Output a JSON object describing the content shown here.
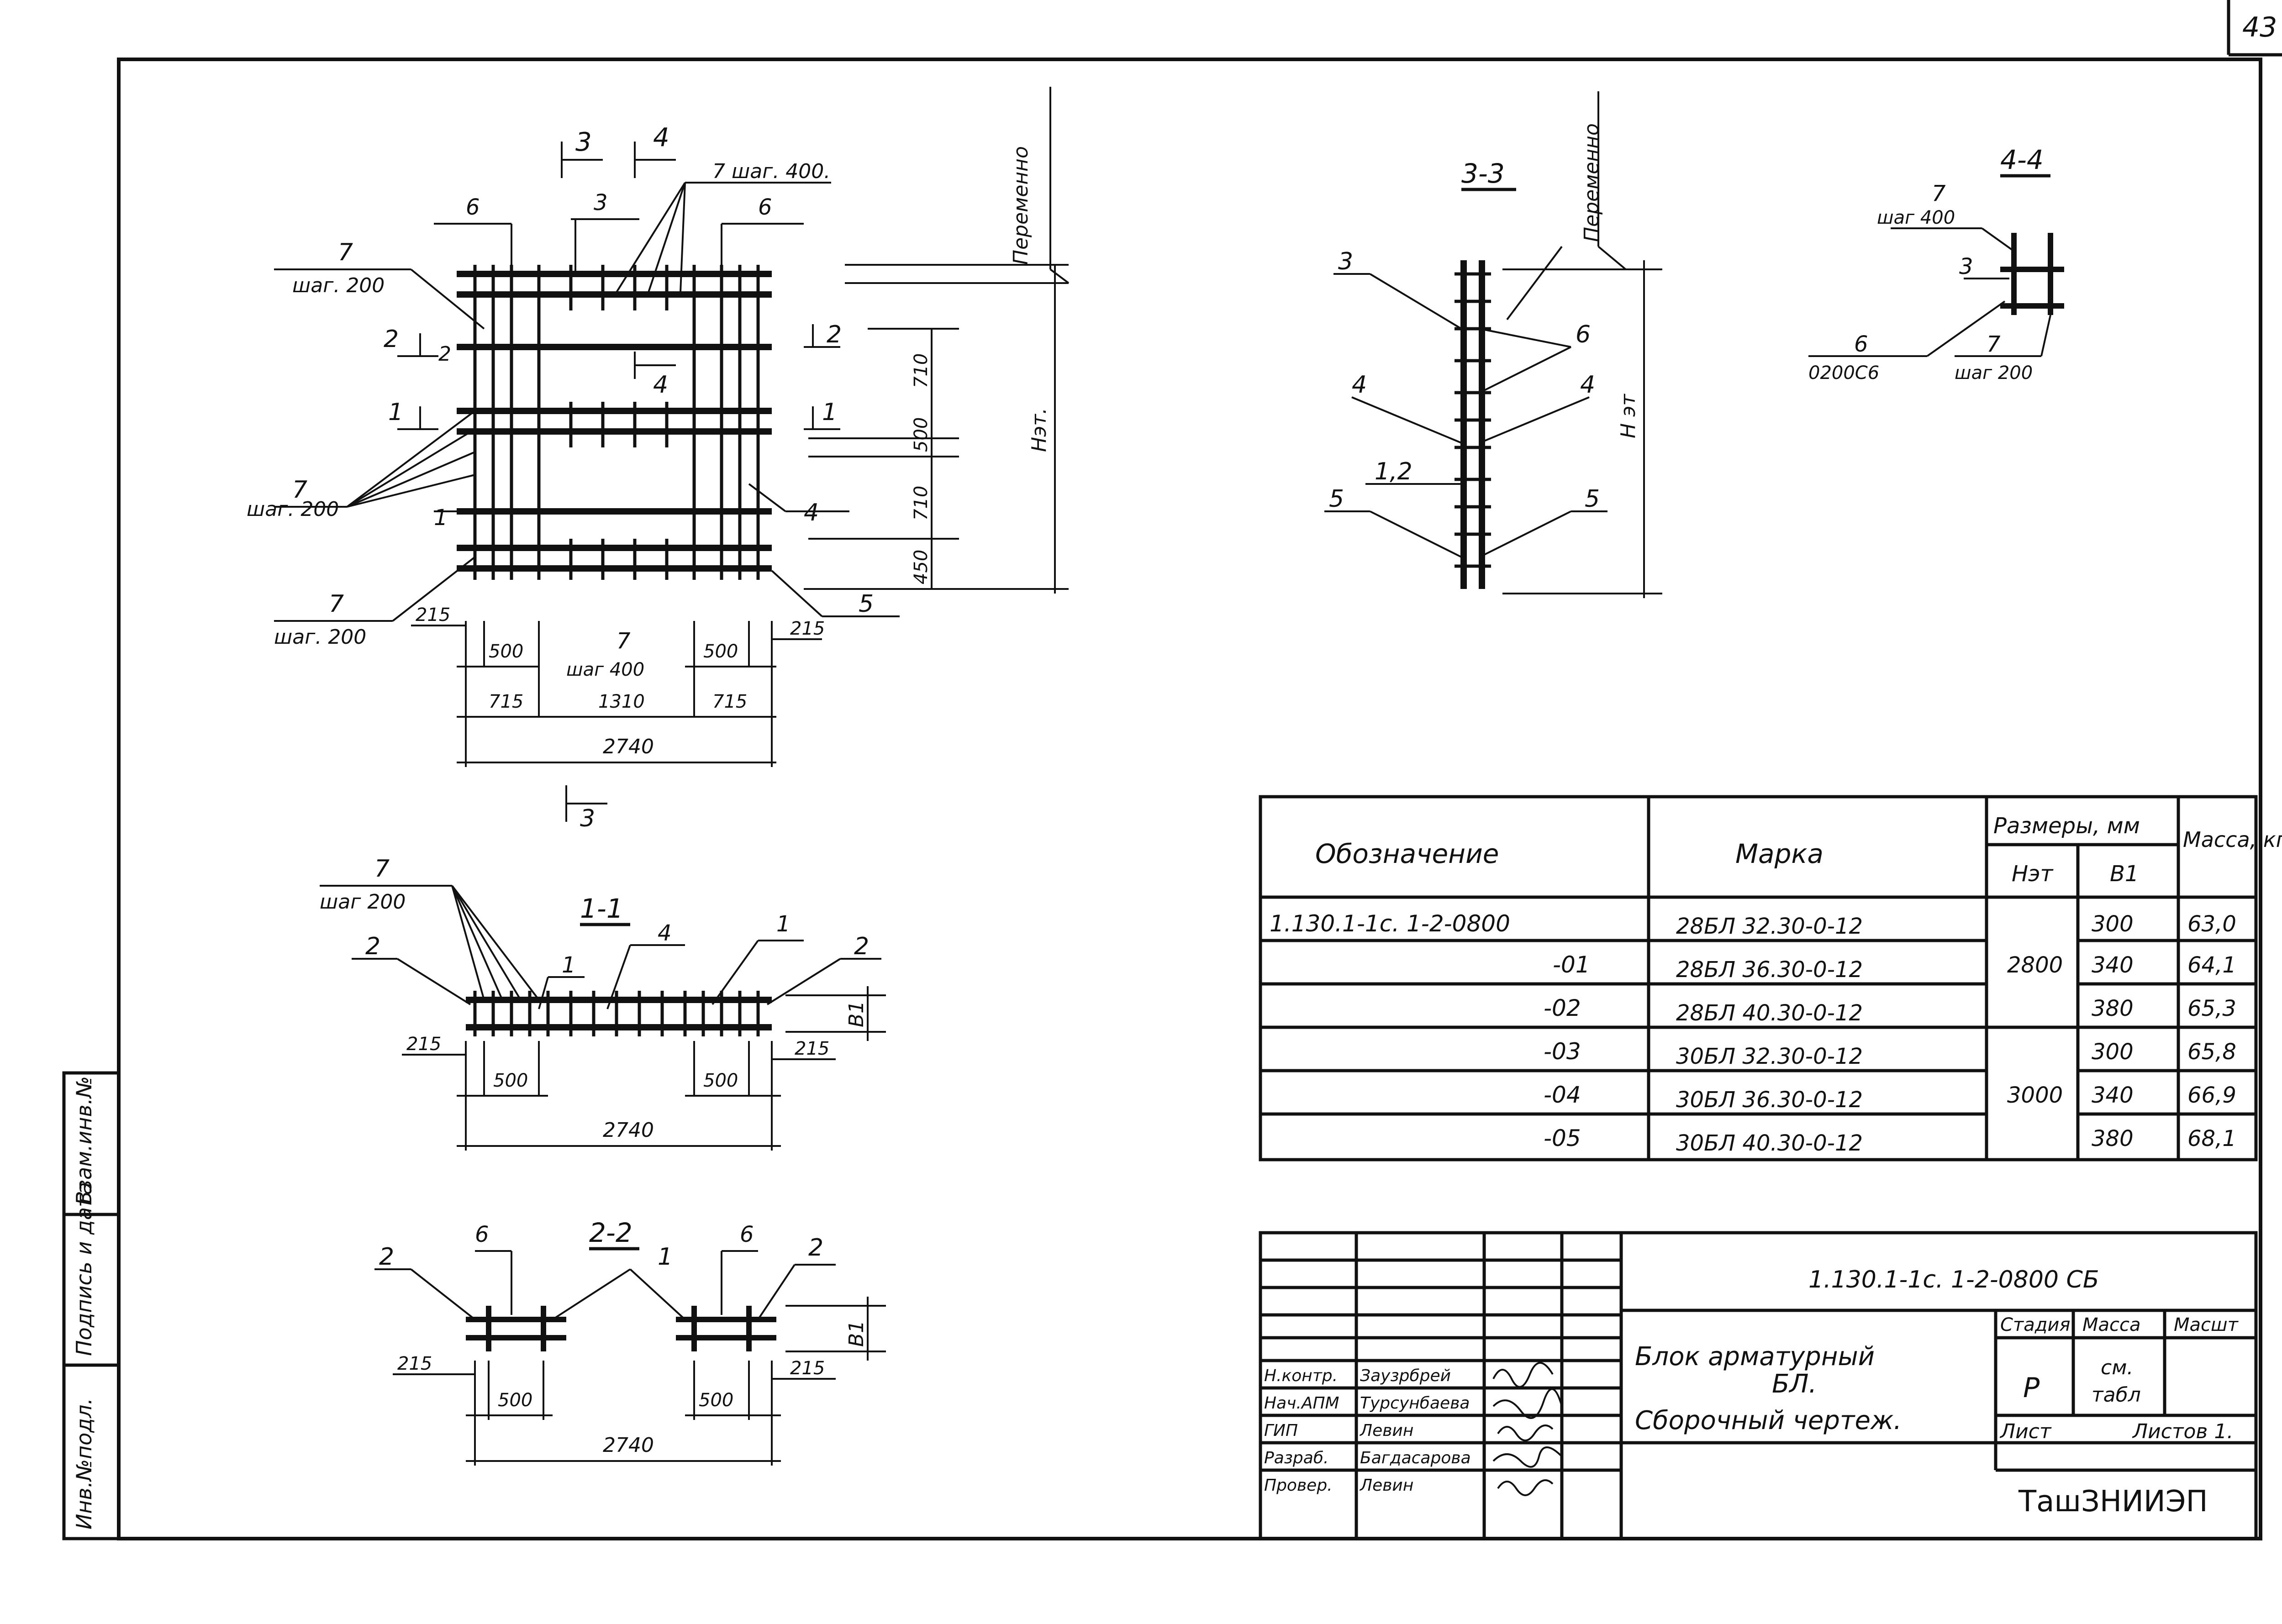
{
  "sheet": {
    "page_number": "43",
    "code": "1.130.1-1с. 1-2-0800 СБ",
    "organization": "ТашЗНИИЭП",
    "title_line1": "Блок арматурный",
    "title_line2": "БЛ.",
    "title_line3": "Сборочный чертеж.",
    "stage_header": "Стадия",
    "mass_header": "Масса",
    "scale_header": "Масшт",
    "stage_value": "Р",
    "mass_value_1": "см.",
    "mass_value_2": "табл",
    "sheet_label": "Лист",
    "sheets_label": "Листов 1.",
    "signatures": [
      {
        "role": "Н.контр.",
        "name": "Заузрбрей"
      },
      {
        "role": "Нач.АПМ",
        "name": "Турсунбаева"
      },
      {
        "role": "ГИП",
        "name": "Левин"
      },
      {
        "role": "Разраб.",
        "name": "Багдасарова"
      },
      {
        "role": "Провер.",
        "name": "Левин"
      }
    ],
    "side_stamp": [
      "Инв.№подл.",
      "Подпись и дата",
      "Взам.инв.№"
    ]
  },
  "spec_table": {
    "headers": {
      "designation": "Обозначение",
      "mark": "Марка",
      "dims": "Размеры, мм",
      "h": "Hэт",
      "b": "B1",
      "mass": "Масса, кг"
    },
    "rows": [
      {
        "designation": "1.130.1-1с. 1-2-0800",
        "mark": "28БЛ 32.30-0-12",
        "h": "2800",
        "b": "300",
        "mass": "63,0"
      },
      {
        "designation": "-01",
        "mark": "28БЛ 36.30-0-12",
        "h": "",
        "b": "340",
        "mass": "64,1"
      },
      {
        "designation": "-02",
        "mark": "28БЛ 40.30-0-12",
        "h": "",
        "b": "380",
        "mass": "65,3"
      },
      {
        "designation": "-03",
        "mark": "30БЛ 32.30-0-12",
        "h": "3000",
        "b": "300",
        "mass": "65,8"
      },
      {
        "designation": "-04",
        "mark": "30БЛ 36.30-0-12",
        "h": "",
        "b": "340",
        "mass": "66,9"
      },
      {
        "designation": "-05",
        "mark": "30БЛ 40.30-0-12",
        "h": "",
        "b": "380",
        "mass": "68,1"
      }
    ]
  },
  "drawing": {
    "main": {
      "sec3": "3",
      "sec4": "4",
      "sec2": "2",
      "sec1": "1",
      "step400_top": "7 шаг. 400.",
      "lbl6": "6",
      "lbl3": "3",
      "lbl7": "7",
      "step200": "шаг. 200",
      "step400": "шаг 400",
      "lbl1": "1",
      "lbl2": "2",
      "lbl4": "4",
      "lbl5": "5",
      "variable": "Переменно",
      "hetaj": "Нэт.",
      "v710a": "710",
      "v500": "500",
      "v710b": "710",
      "v450": "450",
      "d215": "215",
      "d500": "500",
      "d715": "715",
      "d1310": "1310",
      "d2740": "2740"
    },
    "s33": {
      "title": "3-3",
      "variable": "Переменно",
      "h": "Н эт",
      "l3": "3",
      "l6": "6",
      "l4": "4",
      "l12": "1,2",
      "l5": "5"
    },
    "s44": {
      "title": "4-4",
      "l7": "7",
      "step400": "шаг 400",
      "l3": "3",
      "l6": "6",
      "step6": "0200С6",
      "step200": "шаг 200"
    },
    "s11": {
      "title": "1-1",
      "l7": "7",
      "step200": "шаг 200",
      "l2": "2",
      "l1": "1",
      "l4": "4",
      "b1": "В1",
      "d215": "215",
      "d500": "500",
      "d2740": "2740"
    },
    "s22": {
      "title": "2-2",
      "l6": "6",
      "l2": "2",
      "l1": "1",
      "b1": "В1",
      "d215": "215",
      "d500": "500",
      "d2740": "2740"
    }
  }
}
